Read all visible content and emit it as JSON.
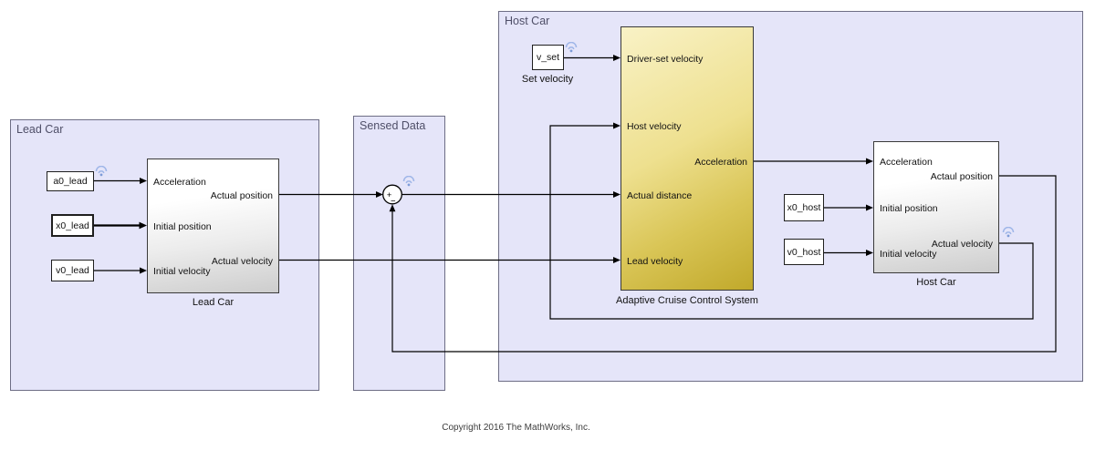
{
  "areas": {
    "lead_car": {
      "label": "Lead Car"
    },
    "sensed_data": {
      "label": "Sensed Data"
    },
    "host_car": {
      "label": "Host Car"
    }
  },
  "source_blocks": {
    "a0_lead": {
      "label": "a0_lead"
    },
    "x0_lead": {
      "label": "x0_lead"
    },
    "v0_lead": {
      "label": "v0_lead"
    },
    "v_set": {
      "label": "v_set",
      "caption": "Set velocity"
    },
    "x0_host": {
      "label": "x0_host"
    },
    "v0_host": {
      "label": "v0_host"
    }
  },
  "subsystems": {
    "lead_car": {
      "caption": "Lead Car",
      "inputs": [
        "Acceleration",
        "Initial position",
        "Initial velocity"
      ],
      "outputs": [
        "Actual position",
        "Actual velocity"
      ]
    },
    "acc": {
      "caption": "Adaptive Cruise Control System",
      "inputs": [
        "Driver-set velocity",
        "Host velocity",
        "Actual distance",
        "Lead velocity"
      ],
      "outputs": [
        "Acceleration"
      ]
    },
    "host_car": {
      "caption": "Host Car",
      "inputs": [
        "Acceleration",
        "Initial position",
        "Initial velocity"
      ],
      "outputs": [
        "Actaul position",
        "Actual velocity"
      ]
    }
  },
  "sum_block": {
    "plus": "+",
    "minus": "−"
  },
  "footer": {
    "copyright": "Copyright 2016 The MathWorks, Inc."
  },
  "colors": {
    "area_fill": "#e5e5f9",
    "area_border": "#6e6e85",
    "acc_top": "#f9f2c6",
    "acc_bottom": "#c1a92b",
    "wire": "#000000",
    "wireless_badge": "#9fb6e8"
  }
}
